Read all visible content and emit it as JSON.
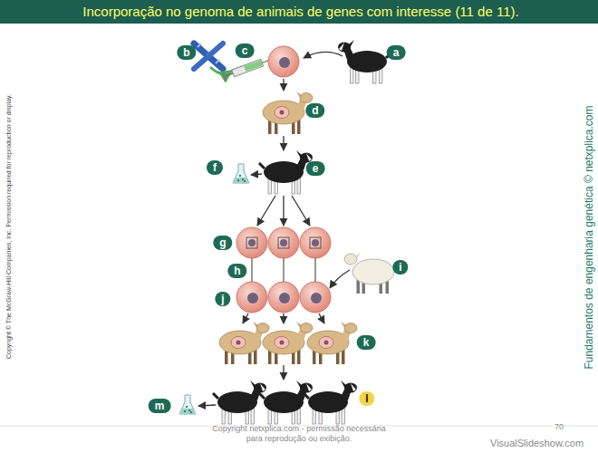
{
  "diagram": {
    "title": "Incorporação no genoma de animais de genes com interesse (11 de 11).",
    "labels": [
      "a",
      "b",
      "c",
      "d",
      "e",
      "f",
      "g",
      "h",
      "i",
      "j",
      "k",
      "l",
      "m",
      "Copyright © The McGraw-Hill Companies, Inc. Permission required for reproduction or display.",
      "Fundamentos de engenharia genética © netxplica.com",
      "Copyright netxplica.com - permissão necessária para reprodução ou exibição.",
      "70",
      "VisualSlideshow.com"
    ]
  }
}
